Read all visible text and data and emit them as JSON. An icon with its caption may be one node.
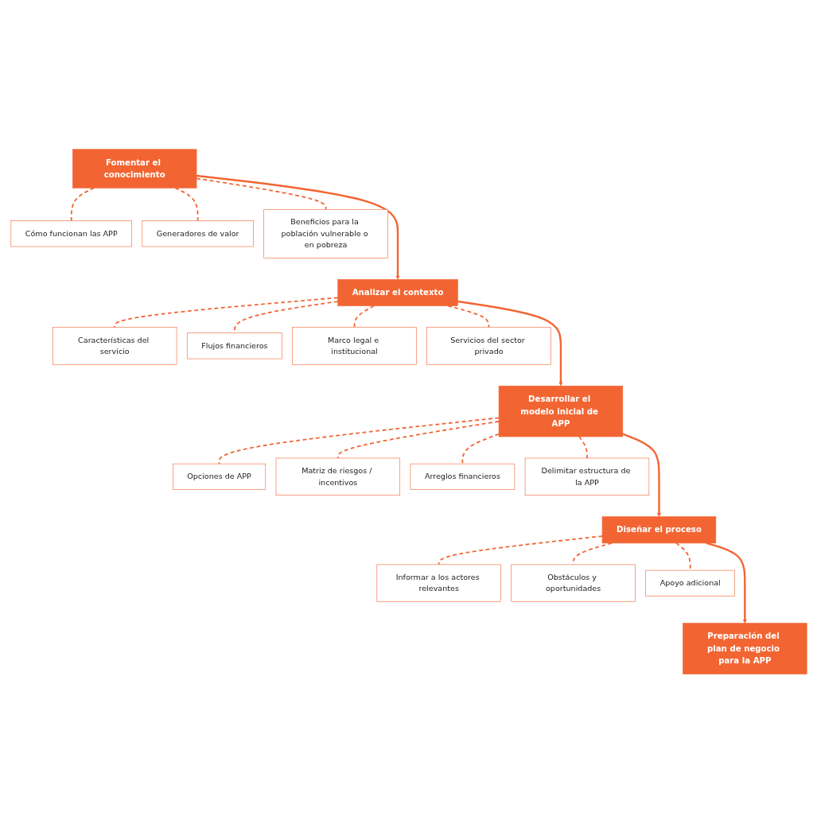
{
  "diagram": {
    "nodes": [
      {
        "text": [
          "Fomentar el conocimiento"
        ]
      },
      {
        "text": [
          "Cómo funcionan las APP"
        ]
      },
      {
        "text": [
          "Generadores de valor"
        ]
      },
      {
        "text": [
          "Beneficios para la población vulnerable o en pobreza"
        ]
      },
      {
        "text": [
          "Analizar el contexto"
        ]
      },
      {
        "text": [
          "Características del servicio"
        ]
      },
      {
        "text": [
          "Flujos financieros"
        ]
      },
      {
        "text": [
          "Marco legal e institucional"
        ]
      },
      {
        "text": [
          "Servicios del sector privado"
        ]
      },
      {
        "text": [
          "Desarrollar el modelo inicial de APP"
        ]
      },
      {
        "text": [
          "Opciones de APP"
        ]
      },
      {
        "text": [
          "Matriz de riesgos / incentivos"
        ]
      },
      {
        "text": [
          "Arreglos financieros"
        ]
      },
      {
        "text": [
          "Delimitar estructura de la APP"
        ]
      },
      {
        "text": [
          "Diseñar el proceso"
        ]
      },
      {
        "text": [
          "Informar a los actores relevantes"
        ]
      },
      {
        "text": [
          "Obstáculos y oportunidades"
        ]
      },
      {
        "text": [
          "Apoyo adicional"
        ]
      },
      {
        "text": [
          "Preparación del plan de negocio para la APP"
        ]
      }
    ],
    "edges": [
      {
        "from": 0,
        "to": 4,
        "arrow": "to"
      },
      {
        "from": 4,
        "to": 9,
        "arrow": "to"
      },
      {
        "from": 9,
        "to": 14,
        "arrow": "to"
      },
      {
        "from": 14,
        "to": 18,
        "arrow": "to"
      },
      {
        "from": 0,
        "to": 1,
        "arrow": "none",
        "style": "dashed"
      },
      {
        "from": 0,
        "to": 2,
        "arrow": "none",
        "style": "dashed"
      },
      {
        "from": 0,
        "to": 3,
        "arrow": "none",
        "style": "dashed"
      },
      {
        "from": 4,
        "to": 5,
        "arrow": "none",
        "style": "dashed"
      },
      {
        "from": 4,
        "to": 6,
        "arrow": "none",
        "style": "dashed"
      },
      {
        "from": 4,
        "to": 7,
        "arrow": "none",
        "style": "dashed"
      },
      {
        "from": 4,
        "to": 8,
        "arrow": "none",
        "style": "dashed"
      },
      {
        "from": 9,
        "to": 10,
        "arrow": "none",
        "style": "dashed"
      },
      {
        "from": 9,
        "to": 11,
        "arrow": "none",
        "style": "dashed"
      },
      {
        "from": 9,
        "to": 12,
        "arrow": "none",
        "style": "dashed"
      },
      {
        "from": 9,
        "to": 13,
        "arrow": "none",
        "style": "dashed"
      },
      {
        "from": 14,
        "to": 15,
        "arrow": "none",
        "style": "dashed"
      },
      {
        "from": 14,
        "to": 16,
        "arrow": "none",
        "style": "dashed"
      },
      {
        "from": 14,
        "to": 17,
        "arrow": "none",
        "style": "dashed"
      }
    ]
  }
}
